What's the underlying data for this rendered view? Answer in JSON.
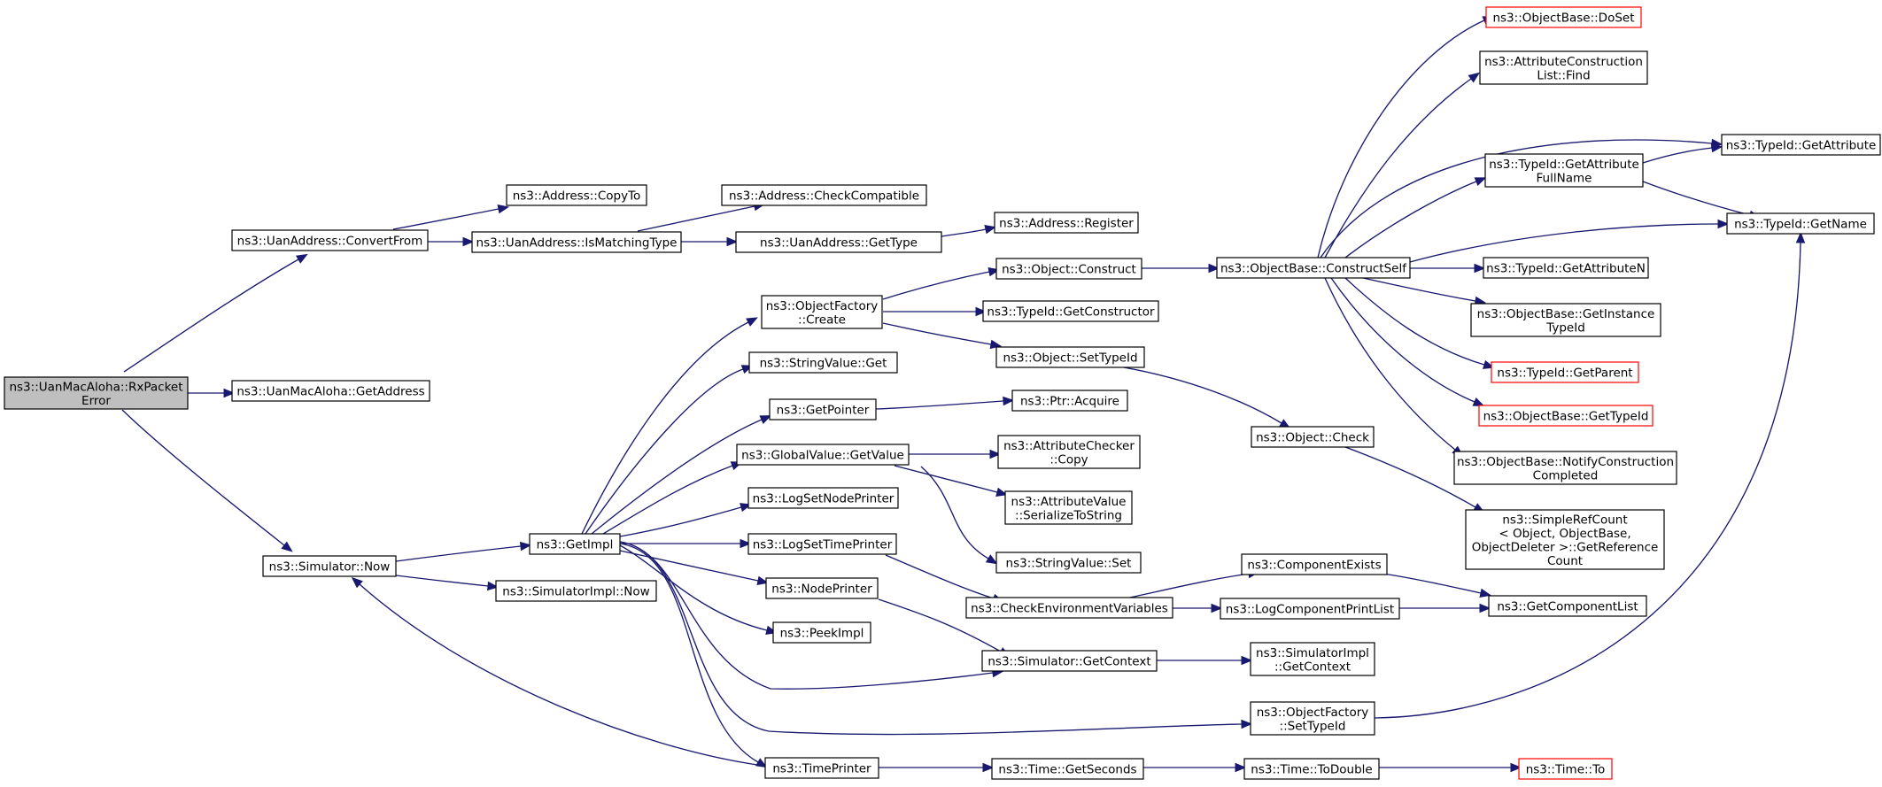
{
  "colors": {
    "edge": "#191970",
    "root_fill": "#bfbfbf",
    "truncated_border": "#ff0000",
    "node_border": "#000000"
  },
  "nodes": {
    "rxpacketerror": {
      "lines": [
        "ns3::UanMacAloha::RxPacket",
        "Error"
      ]
    },
    "convertfrom": {
      "lines": [
        "ns3::UanAddress::ConvertFrom"
      ]
    },
    "getaddress": {
      "lines": [
        "ns3::UanMacAloha::GetAddress"
      ]
    },
    "simnow": {
      "lines": [
        "ns3::Simulator::Now"
      ]
    },
    "copyto": {
      "lines": [
        "ns3::Address::CopyTo"
      ]
    },
    "ismatchingtype": {
      "lines": [
        "ns3::UanAddress::IsMatchingType"
      ]
    },
    "checkcompatible": {
      "lines": [
        "ns3::Address::CheckCompatible"
      ]
    },
    "uangettype": {
      "lines": [
        "ns3::UanAddress::GetType"
      ]
    },
    "addrregister": {
      "lines": [
        "ns3::Address::Register"
      ]
    },
    "getimpl": {
      "lines": [
        "ns3::GetImpl"
      ]
    },
    "simimplnow": {
      "lines": [
        "ns3::SimulatorImpl::Now"
      ]
    },
    "ofcreate": {
      "lines": [
        "ns3::ObjectFactory",
        "::Create"
      ]
    },
    "stringvalueget": {
      "lines": [
        "ns3::StringValue::Get"
      ]
    },
    "getpointer": {
      "lines": [
        "ns3::GetPointer"
      ]
    },
    "gvgetvalue": {
      "lines": [
        "ns3::GlobalValue::GetValue"
      ]
    },
    "logsetnodeprinter": {
      "lines": [
        "ns3::LogSetNodePrinter"
      ]
    },
    "logsettimeprinter": {
      "lines": [
        "ns3::LogSetTimePrinter"
      ]
    },
    "nodeprinter": {
      "lines": [
        "ns3::NodePrinter"
      ]
    },
    "peekimpl": {
      "lines": [
        "ns3::PeekImpl"
      ]
    },
    "timeprinter": {
      "lines": [
        "ns3::TimePrinter"
      ]
    },
    "objconstruct": {
      "lines": [
        "ns3::Object::Construct"
      ]
    },
    "getconstructor": {
      "lines": [
        "ns3::TypeId::GetConstructor"
      ]
    },
    "objsettypeid": {
      "lines": [
        "ns3::Object::SetTypeId"
      ]
    },
    "ptracquire": {
      "lines": [
        "ns3::Ptr::Acquire"
      ]
    },
    "acccopy": {
      "lines": [
        "ns3::AttributeChecker",
        "::Copy"
      ]
    },
    "avserialize": {
      "lines": [
        "ns3::AttributeValue",
        "::SerializeToString"
      ]
    },
    "svset": {
      "lines": [
        "ns3::StringValue::Set"
      ]
    },
    "checkenv": {
      "lines": [
        "ns3::CheckEnvironmentVariables"
      ]
    },
    "simgetcontext": {
      "lines": [
        "ns3::Simulator::GetContext"
      ]
    },
    "timegetseconds": {
      "lines": [
        "ns3::Time::GetSeconds"
      ]
    },
    "constructself": {
      "lines": [
        "ns3::ObjectBase::ConstructSelf"
      ]
    },
    "objcheck": {
      "lines": [
        "ns3::Object::Check"
      ]
    },
    "compexists": {
      "lines": [
        "ns3::ComponentExists"
      ]
    },
    "logcompprintlist": {
      "lines": [
        "ns3::LogComponentPrintList"
      ]
    },
    "simimplgetcontext": {
      "lines": [
        "ns3::SimulatorImpl",
        "::GetContext"
      ]
    },
    "ofsettypeid": {
      "lines": [
        "ns3::ObjectFactory",
        "::SetTypeId"
      ]
    },
    "timetodouble": {
      "lines": [
        "ns3::Time::ToDouble"
      ]
    },
    "doset": {
      "lines": [
        "ns3::ObjectBase::DoSet"
      ]
    },
    "acfind": {
      "lines": [
        "ns3::AttributeConstruction",
        "List::Find"
      ]
    },
    "getattrfullname": {
      "lines": [
        "ns3::TypeId::GetAttribute",
        "FullName"
      ]
    },
    "getattrn": {
      "lines": [
        "ns3::TypeId::GetAttributeN"
      ]
    },
    "getinstancetypeid": {
      "lines": [
        "ns3::ObjectBase::GetInstance",
        "TypeId"
      ]
    },
    "getparent": {
      "lines": [
        "ns3::TypeId::GetParent"
      ]
    },
    "obgettypeid": {
      "lines": [
        "ns3::ObjectBase::GetTypeId"
      ]
    },
    "notifyconstruction": {
      "lines": [
        "ns3::ObjectBase::NotifyConstruction",
        "Completed"
      ]
    },
    "simplerefcount": {
      "lines": [
        "ns3::SimpleRefCount",
        "< Object, ObjectBase,",
        "ObjectDeleter >::GetReference",
        "Count"
      ]
    },
    "getcomponentlist": {
      "lines": [
        "ns3::GetComponentList"
      ]
    },
    "timeto": {
      "lines": [
        "ns3::Time::To"
      ]
    },
    "getattribute": {
      "lines": [
        "ns3::TypeId::GetAttribute"
      ]
    },
    "getname": {
      "lines": [
        "ns3::TypeId::GetName"
      ]
    }
  }
}
